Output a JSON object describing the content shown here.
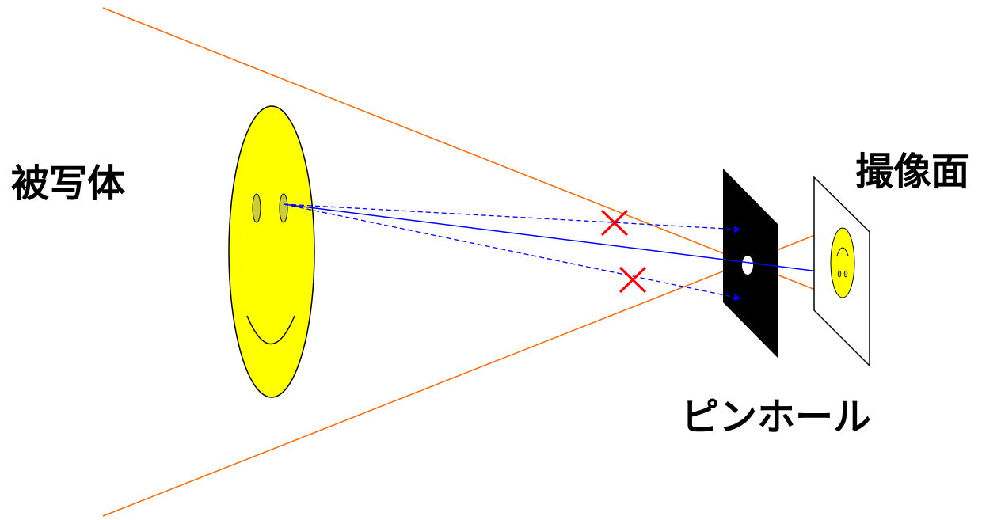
{
  "labels": {
    "subject": "被写体",
    "sensor": "撮像面",
    "pinhole": "ピンホール"
  },
  "colors": {
    "background": "#ffffff",
    "face_fill": "#ffff00",
    "face_outline": "#000000",
    "eye_fill": "#cccc33",
    "field_of_view_lines": "#ff6600",
    "light_rays": "#0000ff",
    "blocked_marks": "#ff0000",
    "pinhole_plate": "#000000",
    "pinhole_hole": "#ffffff",
    "sensor_frame": "#000000"
  },
  "icons": {
    "subject": "smiley-face",
    "blocked_ray": "cross-mark",
    "image_on_sensor": "inverted-smiley-face"
  }
}
